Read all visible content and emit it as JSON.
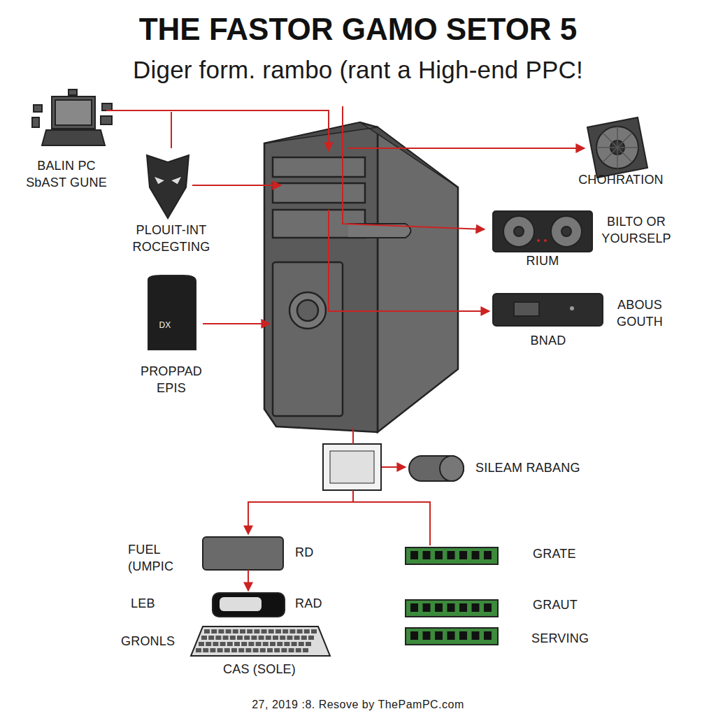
{
  "diagram": {
    "title": "THE FASTOR GAMO SETOR 5",
    "caption": "27, 2019 :8. Resove by ThePamPC.com",
    "labels": [
      "Diger form. rambo (rant a High-end PPC!",
      "BALIN PC SbAST GUNE",
      "PLOUIT-INT ROCEGTING",
      "DX",
      "PROPPAD EPIS",
      "CHOHRATION",
      "BILTO OR YOURSELP",
      "RIUM",
      "ABOUS GOUTH",
      "BNAD",
      "SILEAM RABANG",
      "FUEL (UMPIC",
      "RD",
      "GRATE",
      "LEB",
      "RAD",
      "GRAUT",
      "GRONLS",
      "SERVING",
      "CAS (SOLE)"
    ]
  }
}
